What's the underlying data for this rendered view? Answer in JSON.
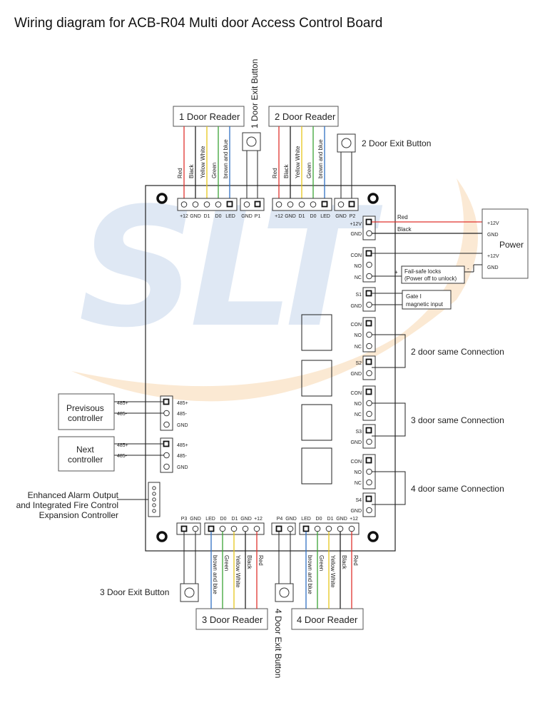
{
  "title": "Wiring diagram for ACB-R04 Multi door Access Control Board",
  "watermark": "SLT",
  "readers": {
    "r1": "1  Door Reader",
    "r2": "2 Door Reader",
    "r3": "3  Door Reader",
    "r4": "4  Door Reader"
  },
  "exit_buttons": {
    "b1": "1 Door Exit Button",
    "b2": "2 Door Exit Button",
    "b3": "3 Door Exit Button",
    "b4": "4 Door Exit Button"
  },
  "wires": [
    "Red",
    "Black",
    "Yellow White",
    "Green",
    "brown and blue"
  ],
  "reader_terminals_top": [
    "+12",
    "GND",
    "D1",
    "D0",
    "LED"
  ],
  "reader_terminals_bottom": [
    "LED",
    "D0",
    "D1",
    "GND",
    "+12"
  ],
  "exit_terminals": {
    "p1": [
      "GND",
      "P1"
    ],
    "p2": [
      "GND",
      "P2"
    ],
    "p3": [
      "P3",
      "GND"
    ],
    "p4": [
      "P4",
      "GND"
    ]
  },
  "power": {
    "label": "Power",
    "terms": [
      "+12V",
      "GND",
      "+12V",
      "GND"
    ],
    "wire_red": "Red",
    "wire_black": "Black",
    "board_terms": [
      "+12V",
      "GND"
    ]
  },
  "lock": {
    "terms": [
      "CON",
      "NO",
      "NC"
    ],
    "line1": "Fail-safe locks",
    "line2": "(Power off to unlock)",
    "plus": "+",
    "minus": "-"
  },
  "sensor": {
    "terms": [
      "S1",
      "GND"
    ],
    "line1": "Gate I",
    "line2": "magnetic input"
  },
  "relay_terms": [
    "CON",
    "NO",
    "NC"
  ],
  "sensor_terms": {
    "s2": [
      "S2",
      "GND"
    ],
    "s3": [
      "S3",
      "GND"
    ],
    "s4": [
      "S4",
      "GND"
    ]
  },
  "same_connection": {
    "d2": "2 door same Connection",
    "d3": "3 door same Connection",
    "d4": "4 door same Connection"
  },
  "rs485_terms": [
    "485+",
    "485-",
    "GND"
  ],
  "previous_controller": {
    "line1": "Previsous",
    "line2": "controller",
    "t1": "485+",
    "t2": "485-"
  },
  "next_controller": {
    "line1": "Next",
    "line2": "controller",
    "t1": "485+",
    "t2": "485-"
  },
  "alarm": {
    "line1": "Enhanced Alarm Output",
    "line2": "and Integrated Fire Control",
    "line3": "Expansion Controller"
  },
  "colors": {
    "red": "#e0332e",
    "black": "#222222",
    "yellow": "#e6c619",
    "green": "#3aa335",
    "blue": "#2f6fc4",
    "watermark_blue": "#d9e4f2",
    "watermark_orange": "#fbe7cf"
  }
}
